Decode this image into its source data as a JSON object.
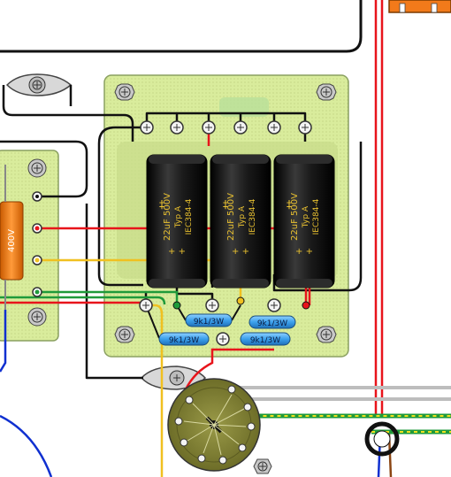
{
  "diagram": {
    "capacitors": [
      {
        "value": "22uF 500V",
        "type": "Typ A",
        "standard": "IEC384-4",
        "polarity": "+ +"
      },
      {
        "value": "22uF 500V",
        "type": "Typ A",
        "standard": "IEC384-4",
        "polarity": "+ +"
      },
      {
        "value": "22uF 500V",
        "type": "Typ A",
        "standard": "IEC384-4",
        "polarity": "+ +"
      }
    ],
    "side_capacitor": {
      "value": "400V"
    },
    "resistors": [
      {
        "label": "9k1/3W"
      },
      {
        "label": "9k1/3W"
      },
      {
        "label": "9k1/3W"
      },
      {
        "label": "9k1/3W"
      }
    ],
    "colors": {
      "board": "#d9ec9c",
      "board_edge": "#8aa060",
      "wire_red": "#e8141b",
      "wire_green": "#1f9a3a",
      "wire_yellow": "#f0c020",
      "wire_black": "#111111",
      "wire_blue": "#1030d0",
      "wire_white": "#f4f4f4",
      "resistor_blue": "#3ba0ec",
      "capacitor_body": "#1b1b1b",
      "capacitor_text": "#e8c030",
      "orange_cap": "#f27a1a",
      "tube_socket": "#7a7a30"
    }
  }
}
